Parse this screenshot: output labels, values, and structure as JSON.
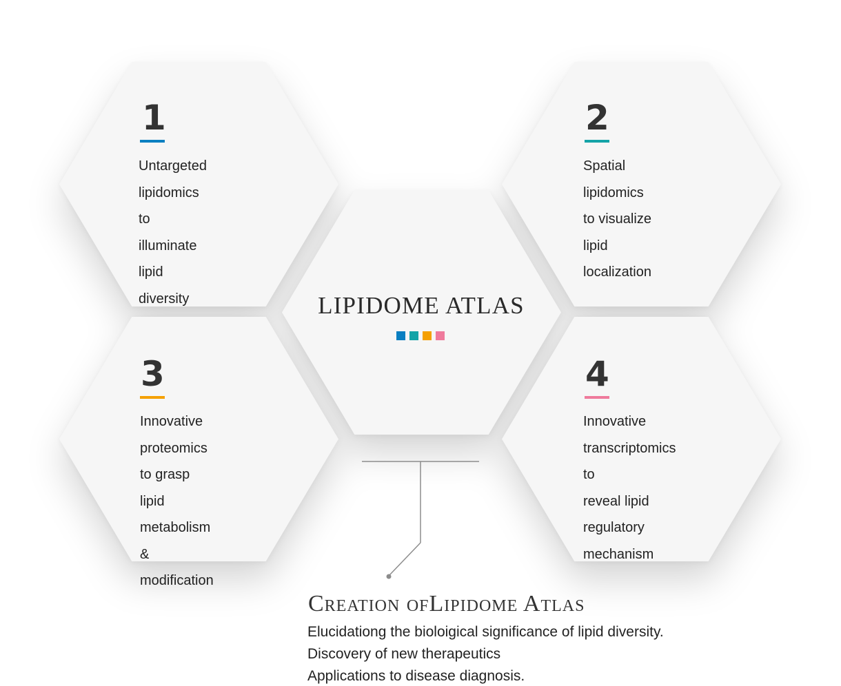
{
  "colors": {
    "blue": "#0a7fc1",
    "teal": "#14a3a7",
    "orange": "#f5a000",
    "pink": "#ef7a9c",
    "hex_fill": "#f6f6f6",
    "connector": "#8c8c8c"
  },
  "center": {
    "title": "LIPIDOME ATLAS",
    "dot_colors": [
      "#0a7fc1",
      "#14a3a7",
      "#f5a000",
      "#ef7a9c"
    ]
  },
  "cards": [
    {
      "number": "1",
      "accent": "#0a7fc1",
      "text": "Untargeted\nlipidomics to\nilluminate\nlipid diversity"
    },
    {
      "number": "2",
      "accent": "#14a3a7",
      "text": "Spatial\nlipidomics\nto visualize\nlipid localization"
    },
    {
      "number": "3",
      "accent": "#f5a000",
      "text": "Innovative proteomics\nto grasp lipid\nmetabolism &\nmodification"
    },
    {
      "number": "4",
      "accent": "#ef7a9c",
      "text": "Innovative\ntranscriptomics to\nreveal lipid regulatory\nmechanism"
    }
  ],
  "footer": {
    "title": "Creation ofLipidome Atlas",
    "lines": [
      "Elucidationg the bioloigical significance of lipid diversity.",
      "Discovery of new therapeutics",
      "Applications to disease diagnosis."
    ]
  }
}
